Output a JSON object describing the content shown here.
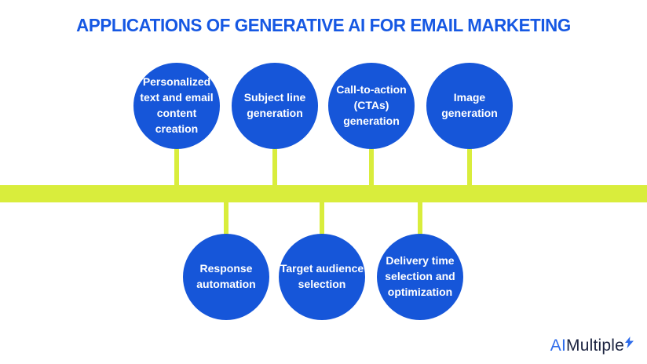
{
  "title": "APPLICATIONS OF GENERATIVE AI FOR EMAIL MARKETING",
  "colors": {
    "background": "#ffffff",
    "title_blue": "#1658e3",
    "circle_blue": "#1656d9",
    "lime": "#d9ed3c",
    "node_text": "#ffffff",
    "logo_ai_blue": "#2e6ceb",
    "logo_dark_navy": "#1b2340"
  },
  "diagram": {
    "top_nodes": [
      {
        "label": "Personalized\ntext and email\ncontent\ncreation"
      },
      {
        "label": "Subject line\ngeneration"
      },
      {
        "label": "Call-to-action\n(CTAs)\ngeneration"
      },
      {
        "label": "Image\ngeneration"
      }
    ],
    "bottom_nodes": [
      {
        "label": "Response\nautomation"
      },
      {
        "label": "Target audience\nselection"
      },
      {
        "label": "Delivery time\nselection and\noptimization"
      }
    ]
  },
  "logo": {
    "prefix": "AI",
    "name": "Multiple"
  }
}
